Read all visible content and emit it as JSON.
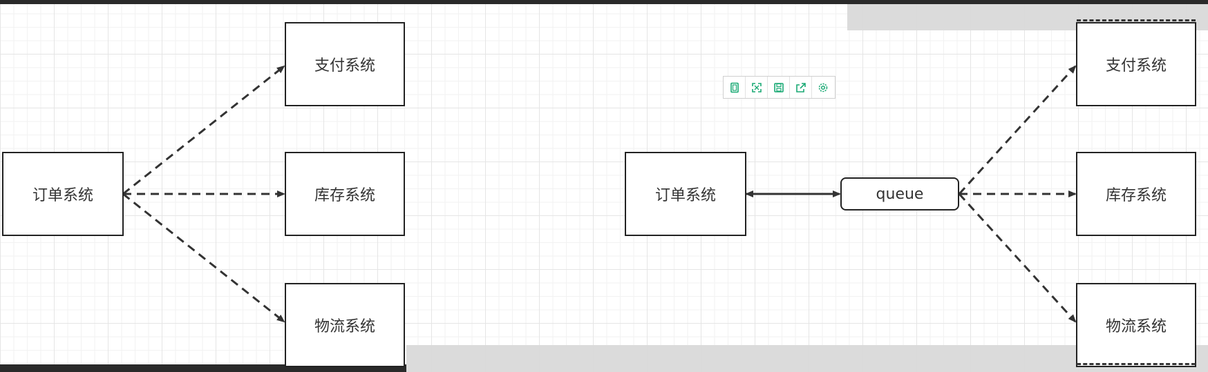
{
  "diagram_left": {
    "source": "订单系统",
    "targets": [
      "支付系统",
      "库存系统",
      "物流系统"
    ]
  },
  "diagram_right": {
    "source": "订单系统",
    "queue": "queue",
    "targets": [
      "支付系统",
      "库存系统",
      "物流系统"
    ]
  },
  "toolbar": {
    "icons": [
      "page-icon",
      "fit-icon",
      "save-icon",
      "export-icon",
      "settings-icon"
    ],
    "accent": "#19a974"
  },
  "colors": {
    "stroke": "#333333",
    "grid": "#e5e5e5"
  }
}
